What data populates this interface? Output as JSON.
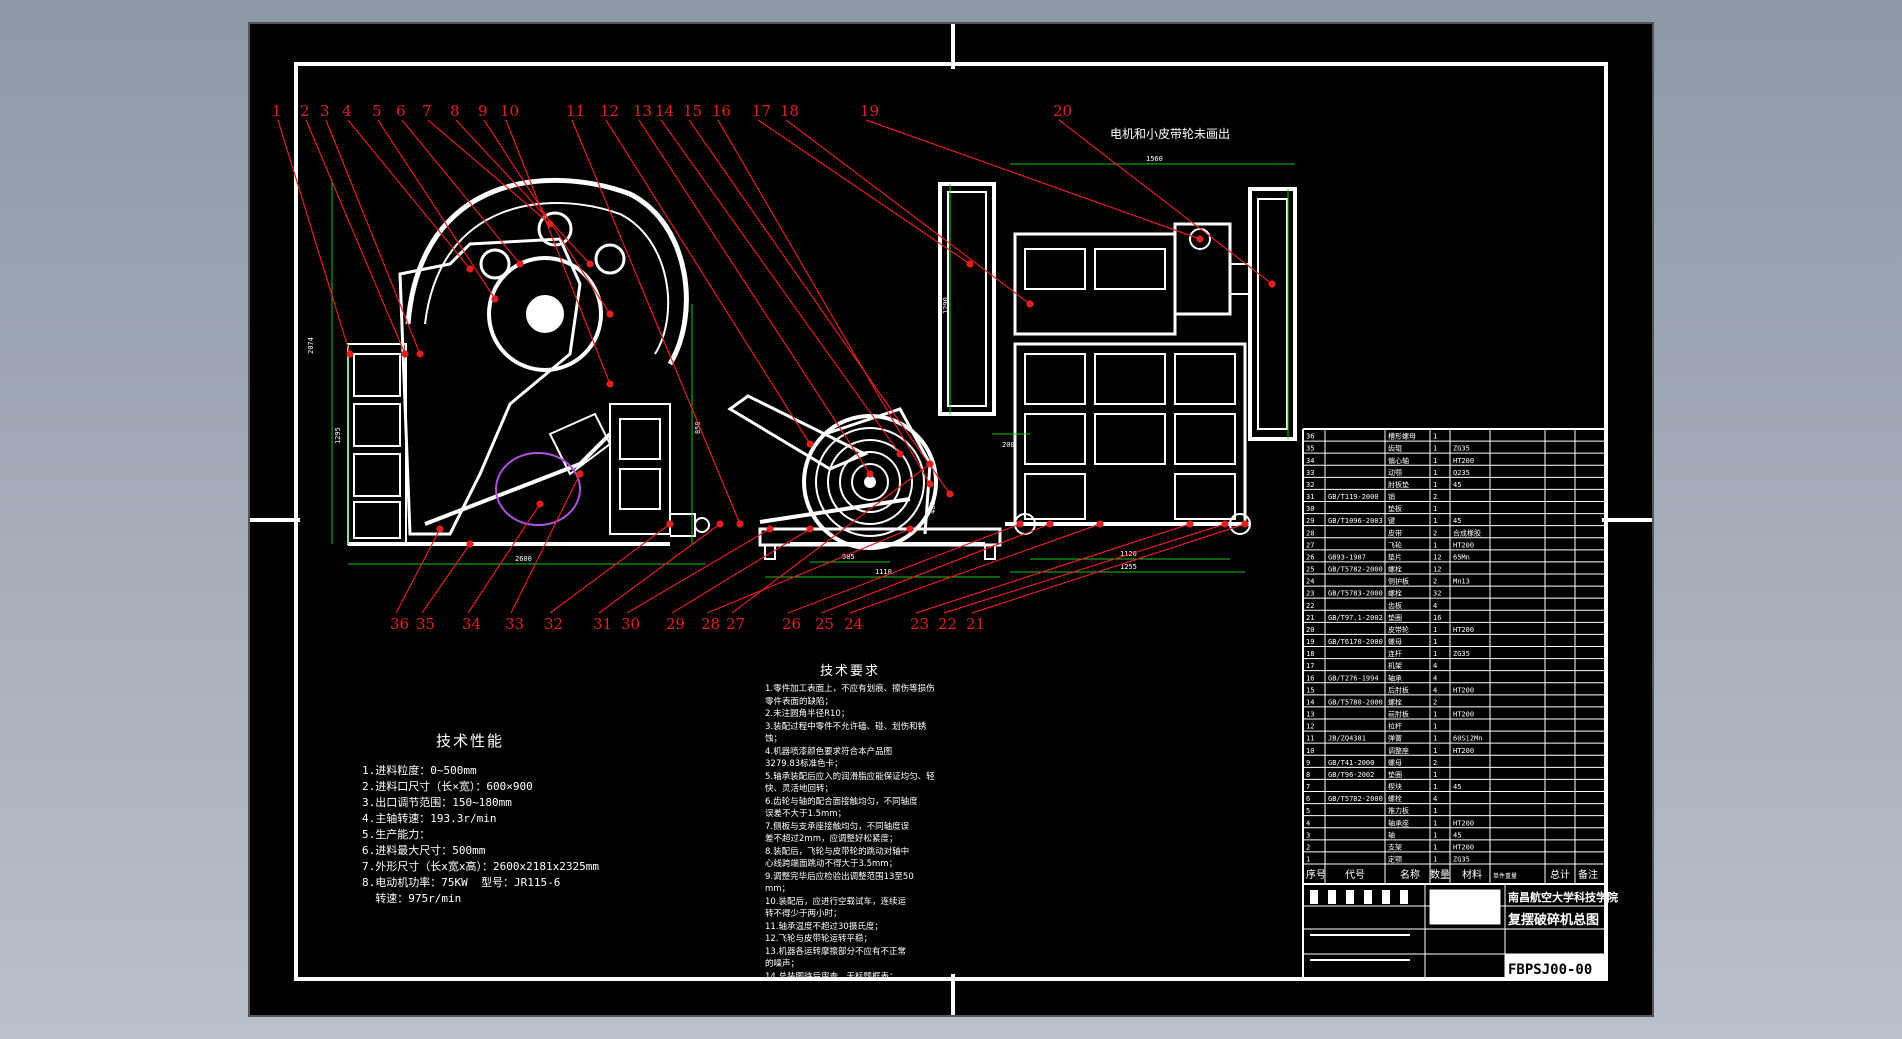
{
  "note_motor": "电机和小皮带轮未画出",
  "callouts": [
    "1",
    "2",
    "3",
    "4",
    "5",
    "6",
    "7",
    "8",
    "9",
    "10",
    "11",
    "12",
    "13",
    "14",
    "15",
    "16",
    "17",
    "18",
    "19",
    "20",
    "21",
    "22",
    "23",
    "24",
    "25",
    "26",
    "27",
    "28",
    "29",
    "30",
    "31",
    "32",
    "33",
    "34",
    "35",
    "36"
  ],
  "dimensions": {
    "top_width": "1560",
    "pedal_h": "1290",
    "motor_h": "200",
    "base_w1": "2600",
    "base_w2": "1110",
    "side_h": "2074",
    "front_h": "1295",
    "pulley_h": "850",
    "base_bot": "985",
    "right_bot1": "1120",
    "right_bot2": "1255",
    "mid_h": "480"
  },
  "tech_performance": {
    "title": "技术性能",
    "lines": [
      "1.进料粒度：0~500mm",
      "2.进料口尺寸（长×宽）：600×900",
      "3.出口调节范围：150~180mm",
      "4.主轴转速：193.3r/min",
      "5.生产能力：",
      "6.进料最大尺寸：500mm",
      "7.外形尺寸（长x宽x高）：2600x2181x2325mm",
      "8.电动机功率：75KW  型号：JR115-6",
      "  转速：975r/min"
    ]
  },
  "tech_requirements": {
    "title": "技术要求",
    "lines": [
      "1.零件加工表面上，不应有划痕、擦伤等损伤零件表面的缺陷；",
      "2.未注圆角半径R10；",
      "3.装配过程中零件不允许磕、碰、划伤和锈蚀；",
      "4.机器喷漆颜色要求符合本产品图",
      "3279.83标准色卡；",
      "5.轴承装配后应入的润滑脂应能保证均匀、轻快、灵活地回转；",
      "6.齿轮与轴的配合面接触均匀，不同轴度",
      "误差不大于1.5mm；",
      "7.侧板与支承座接触均匀，不同轴度误",
      "差不超过2mm，应调整好松紧度；",
      "8.装配后，飞轮与皮带轮的跳动对轴中",
      "心线跨端面跳动不得大于3.5mm；",
      "9.调整完毕后应检验出调整范围13至50",
      "mm；",
      "10.装配后，应进行空载试车，连续运",
      "转不得少于两小时；",
      "11.轴承温度不超过30摄氏度；",
      "12.飞轮与皮带轮运转平稳；",
      "13.机器各运转摩擦部分不应有不正常",
      "的噪声；",
      "14.总装图待后审查，无标题框表；"
    ]
  },
  "bom_rows": [
    {
      "code": "",
      "name": "槽形螺母",
      "qty": "1",
      "mat": ""
    },
    {
      "code": "",
      "name": "齿辊",
      "qty": "1",
      "mat": "ZG35"
    },
    {
      "code": "",
      "name": "偏心轴",
      "qty": "1",
      "mat": "HT200"
    },
    {
      "code": "",
      "name": "动颚",
      "qty": "1",
      "mat": "Q235"
    },
    {
      "code": "",
      "name": "肘板垫",
      "qty": "1",
      "mat": "45"
    },
    {
      "code": "GB/T119-2000",
      "name": "销",
      "qty": "2",
      "mat": ""
    },
    {
      "code": "",
      "name": "垫板",
      "qty": "1",
      "mat": ""
    },
    {
      "code": "GB/T1096-2003",
      "name": "键",
      "qty": "1",
      "mat": "45"
    },
    {
      "code": "",
      "name": "皮带",
      "qty": "2",
      "mat": "合成橡胶"
    },
    {
      "code": "",
      "name": "飞轮",
      "qty": "1",
      "mat": "HT200"
    },
    {
      "code": "GB93-1987",
      "name": "垫片",
      "qty": "12",
      "mat": "65Mn"
    },
    {
      "code": "GB/T5782-2000",
      "name": "螺栓",
      "qty": "12",
      "mat": ""
    },
    {
      "code": "",
      "name": "侧护板",
      "qty": "2",
      "mat": "Mn13"
    },
    {
      "code": "GB/T5783-2000",
      "name": "螺栓",
      "qty": "32",
      "mat": ""
    },
    {
      "code": "",
      "name": "齿板",
      "qty": "4",
      "mat": ""
    },
    {
      "code": "GB/T97.1-2002",
      "name": "垫圈",
      "qty": "16",
      "mat": ""
    },
    {
      "code": "",
      "name": "皮带轮",
      "qty": "1",
      "mat": "HT200"
    },
    {
      "code": "GB/T6170-2000",
      "name": "螺母",
      "qty": "1",
      "mat": ""
    },
    {
      "code": "",
      "name": "连杆",
      "qty": "1",
      "mat": "ZG35"
    },
    {
      "code": "",
      "name": "机架",
      "qty": "4",
      "mat": ""
    },
    {
      "code": "GB/T276-1994",
      "name": "轴承",
      "qty": "4",
      "mat": ""
    },
    {
      "code": "",
      "name": "后肘板",
      "qty": "4",
      "mat": "HT200"
    },
    {
      "code": "GB/T5780-2000",
      "name": "螺栓",
      "qty": "2",
      "mat": ""
    },
    {
      "code": "",
      "name": "前肘板",
      "qty": "1",
      "mat": "HT200"
    },
    {
      "code": "",
      "name": "拉杆",
      "qty": "1",
      "mat": ""
    },
    {
      "code": "JB/ZQ4381",
      "name": "弹簧",
      "qty": "1",
      "mat": "60Si2Mn"
    },
    {
      "code": "",
      "name": "调整座",
      "qty": "1",
      "mat": "HT200"
    },
    {
      "code": "GB/T41-2000",
      "name": "螺母",
      "qty": "2",
      "mat": ""
    },
    {
      "code": "GB/T96-2002",
      "name": "垫圈",
      "qty": "1",
      "mat": ""
    },
    {
      "code": "",
      "name": "楔块",
      "qty": "1",
      "mat": "45"
    },
    {
      "code": "GB/T5782-2000",
      "name": "螺栓",
      "qty": "4",
      "mat": ""
    },
    {
      "code": "",
      "name": "推力板",
      "qty": "1",
      "mat": ""
    },
    {
      "code": "",
      "name": "轴承座",
      "qty": "1",
      "mat": "HT200"
    },
    {
      "code": "",
      "name": "轴",
      "qty": "1",
      "mat": "45"
    },
    {
      "code": "",
      "name": "支架",
      "qty": "1",
      "mat": "HT200"
    },
    {
      "code": "",
      "name": "定颚",
      "qty": "1",
      "mat": "ZG35"
    }
  ],
  "bom_header": [
    "序号",
    "代号",
    "名称",
    "数量",
    "材料",
    "单件重量",
    "总计",
    "备注"
  ],
  "title_block": {
    "school": "南昌航空大学科技学院",
    "drawing_name": "复摆破碎机总图",
    "drawing_no": "FBPSJ00-00"
  },
  "colors": {
    "callout": "#e02020",
    "dimension": "#19c419",
    "line": "#ffffff",
    "background": "#000000"
  }
}
